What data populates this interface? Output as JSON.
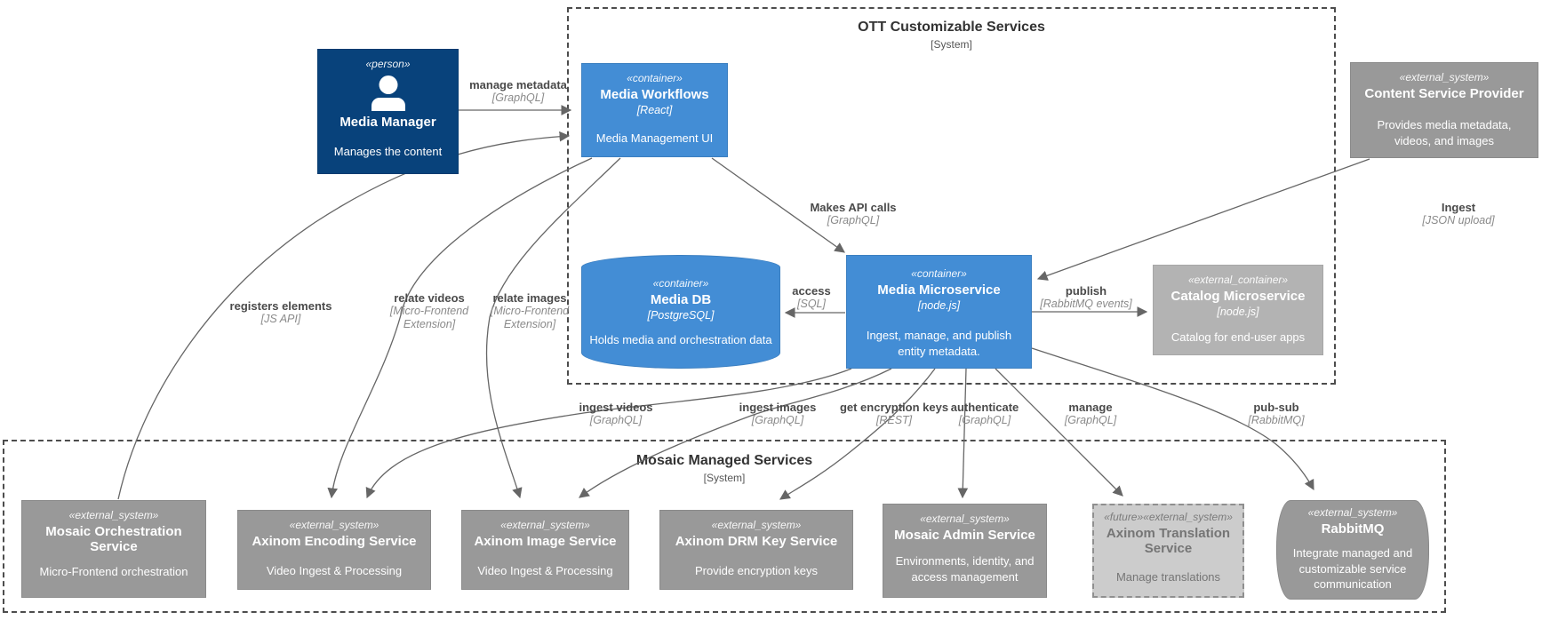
{
  "diagram": {
    "groups": {
      "ott": {
        "title": "OTT Customizable Services",
        "subtitle": "[System]"
      },
      "mosaic": {
        "title": "Mosaic Managed Services",
        "subtitle": "[System]"
      }
    },
    "nodes": {
      "media_manager": {
        "stereotype": "«person»",
        "name": "Media Manager",
        "description": "Manages the content"
      },
      "media_workflows": {
        "stereotype": "«container»",
        "name": "Media Workflows",
        "tech": "[React]",
        "description": "Media Management UI"
      },
      "media_db": {
        "stereotype": "«container»",
        "name": "Media DB",
        "tech": "[PostgreSQL]",
        "description": "Holds media and orchestration data"
      },
      "media_microservice": {
        "stereotype": "«container»",
        "name": "Media Microservice",
        "tech": "[node.js]",
        "description": "Ingest, manage, and publish entity metadata."
      },
      "catalog_microservice": {
        "stereotype": "«external_container»",
        "name": "Catalog Microservice",
        "tech": "[node.js]",
        "description": "Catalog for end-user apps"
      },
      "content_service_provider": {
        "stereotype": "«external_system»",
        "name": "Content Service Provider",
        "description": "Provides media metadata, videos, and images"
      },
      "mosaic_orchestration": {
        "stereotype": "«external_system»",
        "name": "Mosaic Orchestration Service",
        "description": "Micro-Frontend orchestration"
      },
      "axinom_encoding": {
        "stereotype": "«external_system»",
        "name": "Axinom Encoding Service",
        "description": "Video Ingest & Processing"
      },
      "axinom_image": {
        "stereotype": "«external_system»",
        "name": "Axinom Image Service",
        "description": "Video Ingest & Processing"
      },
      "axinom_drm": {
        "stereotype": "«external_system»",
        "name": "Axinom DRM Key Service",
        "description": "Provide encryption keys"
      },
      "mosaic_admin": {
        "stereotype": "«external_system»",
        "name": "Mosaic Admin Service",
        "description": "Environments, identity, and access management"
      },
      "axinom_translation": {
        "stereotype": "«future»«external_system»",
        "name": "Axinom Translation Service",
        "description": "Manage translations"
      },
      "rabbitmq": {
        "stereotype": "«external_system»",
        "name": "RabbitMQ",
        "description": "Integrate managed and customizable service communication"
      }
    },
    "edges": {
      "manage_metadata": {
        "from": "media_manager",
        "to": "media_workflows",
        "label": "manage metadata",
        "tech": "[GraphQL]"
      },
      "registers_elements": {
        "from": "mosaic_orchestration",
        "to": "media_workflows",
        "label": "registers elements",
        "tech": "[JS API]"
      },
      "relate_videos": {
        "from": "media_workflows",
        "to": "axinom_encoding",
        "label": "relate videos",
        "tech": "[Micro-Frontend Extension]"
      },
      "relate_images": {
        "from": "media_workflows",
        "to": "axinom_image",
        "label": "relate images",
        "tech": "[Micro-Frontend Extension]"
      },
      "makes_api_calls": {
        "from": "media_workflows",
        "to": "media_microservice",
        "label": "Makes API calls",
        "tech": "[GraphQL]"
      },
      "ingest": {
        "from": "content_service_provider",
        "to": "media_microservice",
        "label": "Ingest",
        "tech": "[JSON upload]"
      },
      "access": {
        "from": "media_microservice",
        "to": "media_db",
        "label": "access",
        "tech": "[SQL]"
      },
      "publish": {
        "from": "media_microservice",
        "to": "catalog_microservice",
        "label": "publish",
        "tech": "[RabbitMQ events]"
      },
      "ingest_videos": {
        "from": "media_microservice",
        "to": "axinom_encoding",
        "label": "ingest videos",
        "tech": "[GraphQL]"
      },
      "ingest_images": {
        "from": "media_microservice",
        "to": "axinom_image",
        "label": "ingest images",
        "tech": "[GraphQL]"
      },
      "get_encryption_keys": {
        "from": "media_microservice",
        "to": "axinom_drm",
        "label": "get encryption keys",
        "tech": "[REST]"
      },
      "authenticate": {
        "from": "media_microservice",
        "to": "mosaic_admin",
        "label": "authenticate",
        "tech": "[GraphQL]"
      },
      "manage": {
        "from": "media_microservice",
        "to": "axinom_translation",
        "label": "manage",
        "tech": "[GraphQL]"
      },
      "pub_sub": {
        "from": "media_microservice",
        "to": "rabbitmq",
        "label": "pub-sub",
        "tech": "[RabbitMQ]"
      }
    },
    "colors": {
      "person": "#08427B",
      "container": "#438DD5",
      "external_system": "#999999",
      "external_container": "#B3B3B3",
      "future_external": "#CCCCCC",
      "line": "#666666"
    }
  }
}
